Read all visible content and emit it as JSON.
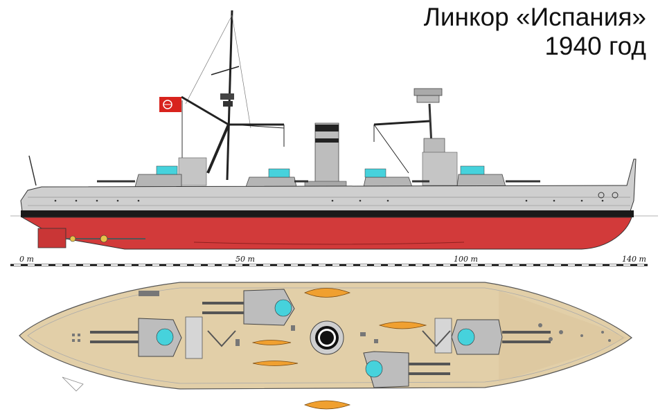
{
  "title": {
    "line1": "Линкор «Испания»",
    "line2": "1940 год"
  },
  "scale": {
    "labels": [
      "0 m",
      "50 m",
      "100 m",
      "140 m"
    ]
  },
  "colors": {
    "hull_grey": "#c8c8c8",
    "waterline_red": "#d23a3a",
    "deck_tan": "#e2cfa8",
    "turret_grey": "#bdbdbd",
    "boat_orange": "#f0a030",
    "cyan_detail": "#46d2dc",
    "flag_red": "#d8231d"
  }
}
